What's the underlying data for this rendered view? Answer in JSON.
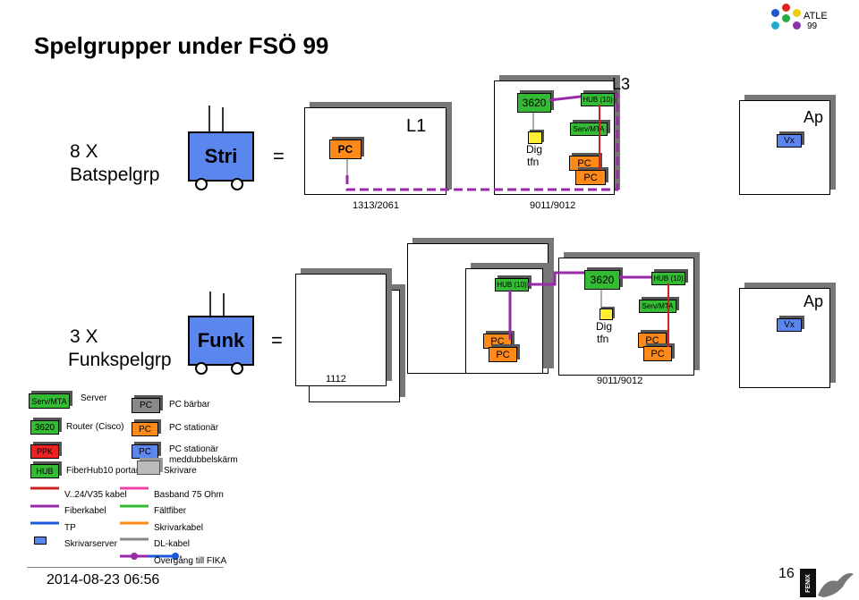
{
  "title": "Spelgrupper under FSÖ 99",
  "corner_logo": {
    "line1": "ATLE",
    "line2": "99"
  },
  "row1": {
    "count_label": "8 X",
    "group_name": "Batspelgrp",
    "unit": "Stri",
    "equals": "=",
    "pc": "PC",
    "l1": "L1",
    "l3": "L3",
    "hub": "HUB (10)",
    "n3620": "3620",
    "servmta": "Serv/MTA",
    "dig": "Dig",
    "tfn": "tfn",
    "pc_a": "PC",
    "pc_b": "PC",
    "ap": "Ap",
    "vx": "Vx",
    "code_left": "1313/2061",
    "code_right": "9011/9012"
  },
  "row2": {
    "count_label": "3 X",
    "group_name": "Funkspelgrp",
    "unit": "Funk",
    "equals": "=",
    "hub_left": "HUB (10)",
    "pc_left_a": "PC",
    "pc_left_b": "PC",
    "n3620": "3620",
    "hub_right": "HUB (10)",
    "servmta": "Serv/MTA",
    "dig": "Dig",
    "tfn": "tfn",
    "pc_right_a": "PC",
    "pc_right_b": "PC",
    "ap": "Ap",
    "vx": "Vx",
    "code_left": "1112",
    "code_right": "9011/9012"
  },
  "legend": {
    "servmta": "Serv/MTA",
    "server": "Server",
    "pc1": "PC",
    "pc_barbar": "PC bärbar",
    "n3620": "3620",
    "router": "Router (Cisco)",
    "pc2": "PC",
    "pc_stationar": "PC stationär",
    "ppk": "PPK",
    "pc3": "PC",
    "pc_stationar_dubbel_1": "PC stationär",
    "pc_stationar_dubbel_2": "meddubbelskärm",
    "hub": "HUB",
    "fiberhub": "FiberHub10 portar",
    "skrivare": "Skrivare",
    "v24": "V..24/V35 kabel",
    "basband": "Basband 75 Ohm",
    "fiberkabel": "Fiberkabel",
    "faltfiber": "Fältfiber",
    "tp": "TP",
    "skrivarkabel": "Skrivarkabel",
    "skrivarserver": "Skrivarserver",
    "dlkabel": "DL-kabel",
    "overgang": "Övergång till FIKA"
  },
  "footer": {
    "date": "2014-08-23 06:56",
    "page": "16",
    "logo": "FENIX"
  },
  "colors": {
    "purple": "#9a2aa8",
    "green": "#33bb33",
    "orange": "#ff8a1a",
    "blue": "#5a86ee",
    "yellow": "#ffee33",
    "red": "#ee2222",
    "pink": "#ee44aa",
    "gray": "#888888",
    "darkred": "#cc2222",
    "dotblue": "#1a5adc"
  }
}
